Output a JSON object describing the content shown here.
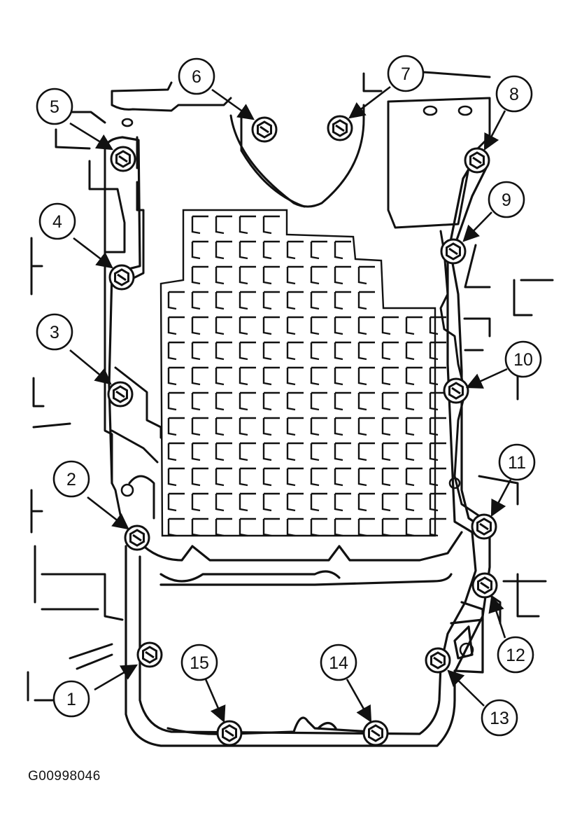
{
  "figure_id": "G00998046",
  "colors": {
    "line": "#111111",
    "background": "#ffffff"
  },
  "callouts": [
    {
      "number": "1"
    },
    {
      "number": "2"
    },
    {
      "number": "3"
    },
    {
      "number": "4"
    },
    {
      "number": "5"
    },
    {
      "number": "6"
    },
    {
      "number": "7"
    },
    {
      "number": "8"
    },
    {
      "number": "9"
    },
    {
      "number": "10"
    },
    {
      "number": "11"
    },
    {
      "number": "12"
    },
    {
      "number": "13"
    },
    {
      "number": "14"
    },
    {
      "number": "15"
    }
  ]
}
